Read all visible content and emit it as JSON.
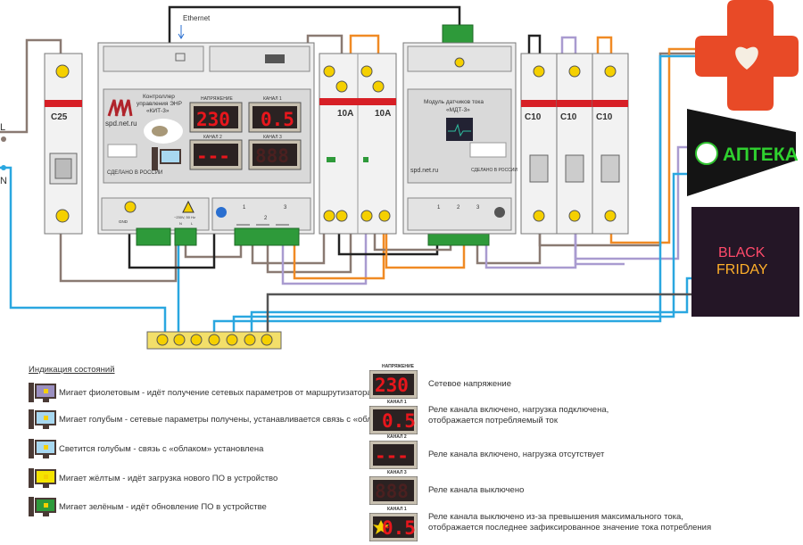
{
  "wiring": {
    "ethernet_label": "Ethernet",
    "line_label": "L",
    "neutral_label": "N",
    "main_breaker": "C25",
    "relay_labels": [
      "10A",
      "10A"
    ],
    "load_breakers": [
      "C10",
      "C10",
      "C10"
    ]
  },
  "controller": {
    "brand": "spd.net.ru",
    "title_line1": "Контроллер",
    "title_line2": "управления ЭНР",
    "title_line3": "«КИТ-3»",
    "made_in": "СДЕЛАНО В РОССИИ",
    "displays": [
      {
        "label": "НАПРЯЖЕНИЕ",
        "value": "230"
      },
      {
        "label": "КАНАЛ 1",
        "value": "0.5"
      },
      {
        "label": "КАНАЛ 2",
        "value": "---"
      },
      {
        "label": "КАНАЛ 3",
        "value": ""
      }
    ],
    "power_terminal_label": "~230V, 50 Hz",
    "power_terminal_pins": [
      "N",
      "L"
    ],
    "gnd_label": "GND",
    "relay_channels": [
      "1",
      "2",
      "3"
    ]
  },
  "sensor_module": {
    "title_line1": "Модуль датчиков тока",
    "title_line2": "«МДТ-3»",
    "brand": "spd.net.ru",
    "made_in": "СДЕЛАНО В РОССИИ",
    "channels": [
      "1",
      "2",
      "3"
    ]
  },
  "loads": {
    "pharmacy_sign": "АПТЕКА",
    "neon_sign_line1": "BLACK",
    "neon_sign_line2": "FRIDAY"
  },
  "status_legend": {
    "title": "Индикация состояний",
    "items": [
      {
        "color": "#9b8fc0",
        "text": "Мигает фиолетовым - идёт получение сетевых параметров от маршрутизатора",
        "icon": "computer-violet-blink"
      },
      {
        "color": "#a8d8f0",
        "text": "Мигает голубым - сетевые параметры получены, устанавливается связь с «облаком»",
        "icon": "computer-blue-blink"
      },
      {
        "color": "#a8d8f0",
        "text": "Светится голубым - связь с «облаком» установлена",
        "icon": "computer-blue-steady"
      },
      {
        "color": "#f5e400",
        "text": "Мигает жёлтым - идёт загрузка нового ПО в устройство",
        "icon": "computer-yellow-blink"
      },
      {
        "color": "#2e9a3a",
        "text": "Мигает зелёным - идёт обновление ПО в устройстве",
        "icon": "computer-green-blink"
      }
    ]
  },
  "display_legend": {
    "items": [
      {
        "label": "НАПРЯЖЕНИЕ",
        "value": "230",
        "text": "Сетевое напряжение",
        "alarm": false
      },
      {
        "label": "КАНАЛ 1",
        "value": "0.5",
        "text": "Реле канала включено, нагрузка подключена,\nотображается потребляемый ток",
        "alarm": false
      },
      {
        "label": "КАНАЛ 2",
        "value": "---",
        "text": "Реле канала включено, нагрузка отсутствует",
        "alarm": false
      },
      {
        "label": "КАНАЛ 3",
        "value": "",
        "text": "Реле канала выключено",
        "alarm": false
      },
      {
        "label": "КАНАЛ 1",
        "value": "0.5",
        "text": "Реле канала выключено из-за превышения максимального тока,\nотображается последнее зафиксированное значение тока потребления",
        "alarm": true
      }
    ]
  },
  "colors": {
    "wire_blue": "#2aa7e0",
    "wire_gray": "#8a7a72",
    "wire_orange": "#f08a24",
    "wire_violet": "#a99bd0",
    "wire_black": "#222222",
    "terminal_green": "#2e9a3a",
    "breaker_red": "#d71f26",
    "display_red": "#e8161c"
  }
}
